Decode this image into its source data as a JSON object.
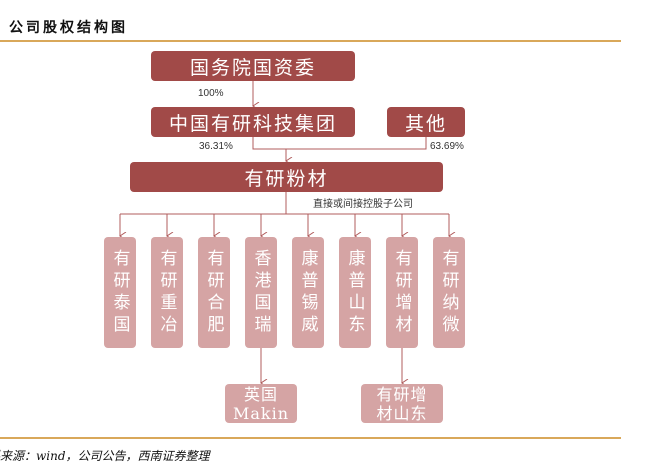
{
  "title": "公司股权结构图",
  "nodes": {
    "sasac": "国务院国资委",
    "group": "中国有研科技集团",
    "others": "其他",
    "company": "有研粉材",
    "children": [
      "有研泰国",
      "有研重冶",
      "有研合肥",
      "香港国瑞",
      "康普锡威",
      "康普山东",
      "有研增材",
      "有研纳微"
    ],
    "sub_makin": "英国Makin",
    "sub_shandong": "有研增材山东"
  },
  "labels": {
    "sasac_to_group": "100%",
    "group_share": "36.31%",
    "others_share": "63.69%",
    "subsidiaries": "直接或间接控股子公司"
  },
  "footer": "资料来源：wind，公司公告，西南证券整理",
  "colors": {
    "dark": "#a14a48",
    "light": "#d5a4a4",
    "line": "#b05c5c",
    "rule": "#d9a85a"
  }
}
